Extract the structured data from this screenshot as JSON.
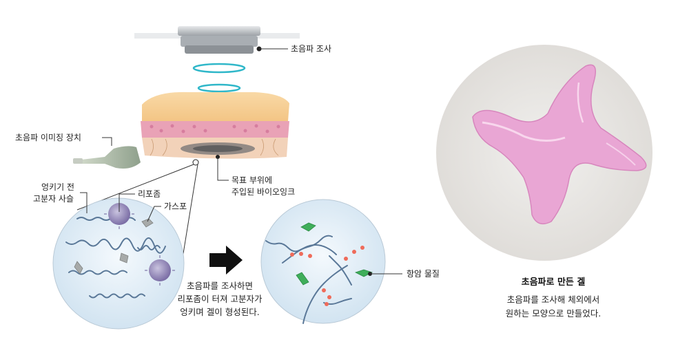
{
  "labels": {
    "ultrasound_irradiation": "초음파 조사",
    "ultrasound_imaging_device": "초음파 이미징 장치",
    "tangled_polymer_chains_line1": "엉키기 전",
    "tangled_polymer_chains_line2": "고분자 사슬",
    "liposome": "리포좀",
    "gas_bubble": "가스포",
    "target_site_line1": "목표 부위에",
    "target_site_line2": "주입된 바이오잉크",
    "anticancer_drug": "항암 물질"
  },
  "process_caption": {
    "line1": "초음파를 조사하면",
    "line2": "리포좀이 터져 고분자가",
    "line3": "엉키며 겔이 형성된다."
  },
  "photo_caption": {
    "title": "초음파로 만든 겔",
    "line1": "초음파를 조사해 체외에서",
    "line2": "원하는 모양으로 만들었다."
  },
  "colors": {
    "gel_pink": "#e9a6d4",
    "ring_cyan": "#2fb7c9",
    "skin_pink": "#e9a2b6",
    "drug_green": "#3fae5a",
    "circle_fill": "#dcebf5"
  }
}
